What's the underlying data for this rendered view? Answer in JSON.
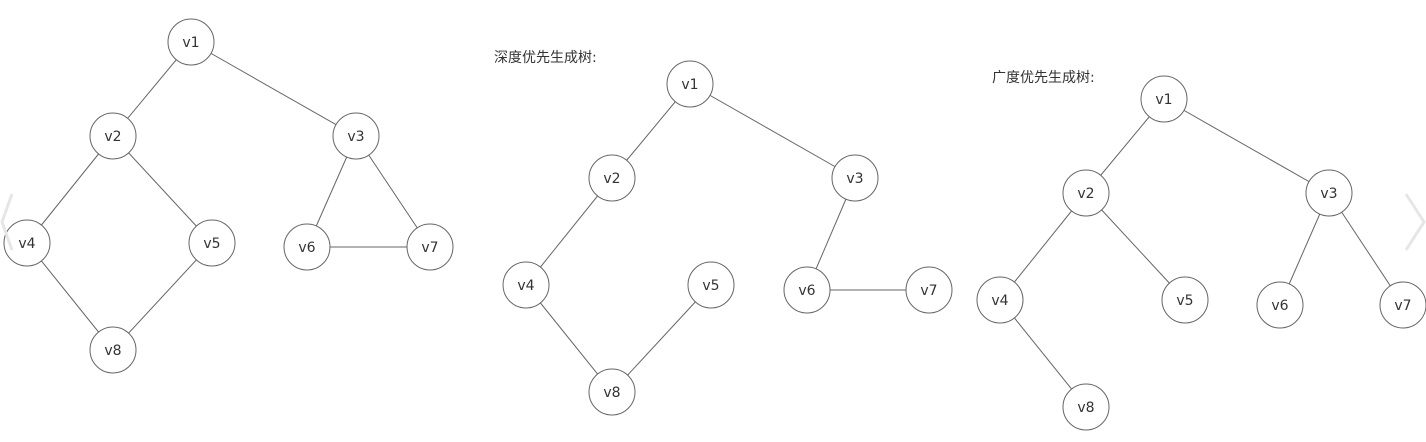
{
  "graphs": [
    {
      "id": "original",
      "caption": "",
      "nodes": [
        "v1",
        "v2",
        "v3",
        "v4",
        "v5",
        "v6",
        "v7",
        "v8"
      ],
      "edges": [
        [
          "v1",
          "v2"
        ],
        [
          "v1",
          "v3"
        ],
        [
          "v2",
          "v4"
        ],
        [
          "v2",
          "v5"
        ],
        [
          "v4",
          "v8"
        ],
        [
          "v5",
          "v8"
        ],
        [
          "v3",
          "v6"
        ],
        [
          "v3",
          "v7"
        ],
        [
          "v6",
          "v7"
        ]
      ]
    },
    {
      "id": "dfs",
      "caption": "深度优先生成树:",
      "nodes": [
        "v1",
        "v2",
        "v3",
        "v4",
        "v5",
        "v6",
        "v7",
        "v8"
      ],
      "edges": [
        [
          "v1",
          "v2"
        ],
        [
          "v1",
          "v3"
        ],
        [
          "v2",
          "v4"
        ],
        [
          "v4",
          "v8"
        ],
        [
          "v8",
          "v5"
        ],
        [
          "v3",
          "v6"
        ],
        [
          "v6",
          "v7"
        ]
      ]
    },
    {
      "id": "bfs",
      "caption": "广度优先生成树:",
      "nodes": [
        "v1",
        "v2",
        "v3",
        "v4",
        "v5",
        "v6",
        "v7",
        "v8"
      ],
      "edges": [
        [
          "v1",
          "v2"
        ],
        [
          "v1",
          "v3"
        ],
        [
          "v2",
          "v4"
        ],
        [
          "v2",
          "v5"
        ],
        [
          "v4",
          "v8"
        ],
        [
          "v3",
          "v6"
        ],
        [
          "v3",
          "v7"
        ]
      ]
    }
  ],
  "colors": {
    "stroke": "#666666",
    "node_fill": "#ffffff",
    "text": "#333333",
    "chevron": "#e6e6e6"
  },
  "icons": {
    "left": "chevron-left-icon",
    "right": "chevron-right-icon"
  }
}
